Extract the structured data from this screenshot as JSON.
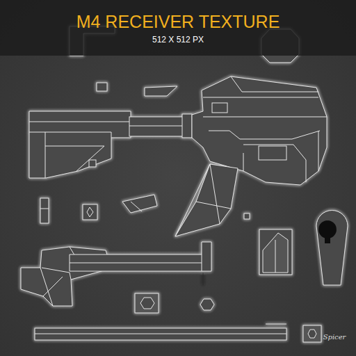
{
  "diagram": {
    "title": "M4 RECEIVER TEXTURE",
    "labels": [
      "512 X 512 PX",
      "Spicer"
    ]
  }
}
